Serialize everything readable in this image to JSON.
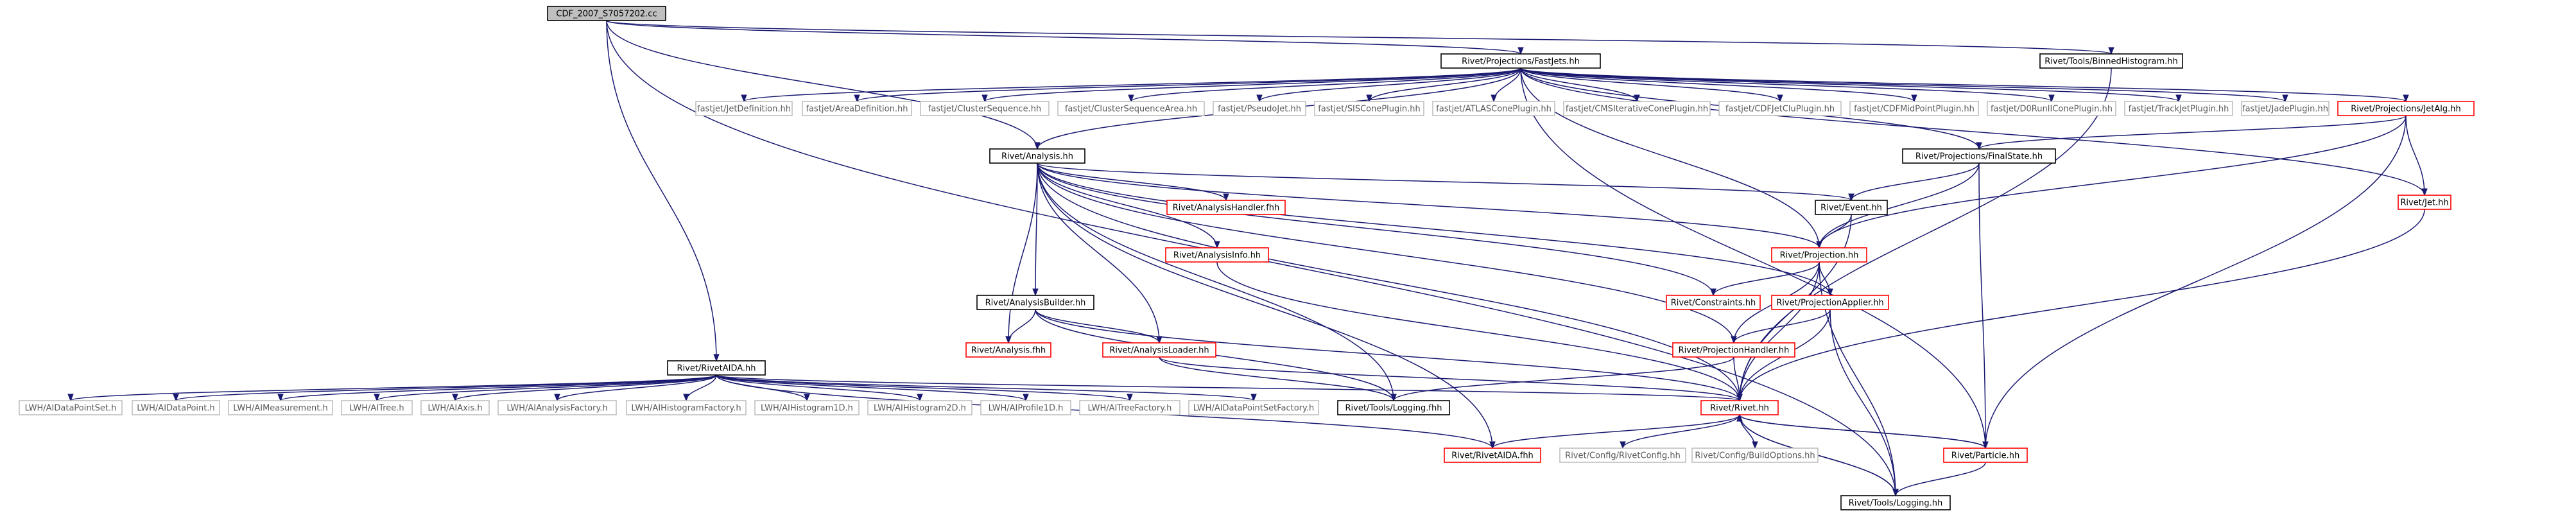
{
  "nodes": [
    {
      "id": "root",
      "label": "CDF_2007_S7057202.cc",
      "style": "root"
    },
    {
      "id": "fastjets",
      "label": "Rivet/Projections/FastJets.hh",
      "style": "black"
    },
    {
      "id": "binned",
      "label": "Rivet/Tools/BinnedHistogram.hh",
      "style": "black"
    },
    {
      "id": "fj_jetdef",
      "label": "fastjet/JetDefinition.hh",
      "style": "gray"
    },
    {
      "id": "fj_areadef",
      "label": "fastjet/AreaDefinition.hh",
      "style": "gray"
    },
    {
      "id": "fj_clseq",
      "label": "fastjet/ClusterSequence.hh",
      "style": "gray"
    },
    {
      "id": "fj_clseqarea",
      "label": "fastjet/ClusterSequenceArea.hh",
      "style": "gray"
    },
    {
      "id": "fj_pseudo",
      "label": "fastjet/PseudoJet.hh",
      "style": "gray"
    },
    {
      "id": "fj_siscone",
      "label": "fastjet/SISConePlugin.hh",
      "style": "gray"
    },
    {
      "id": "fj_atlas",
      "label": "fastjet/ATLASConePlugin.hh",
      "style": "gray"
    },
    {
      "id": "fj_cms",
      "label": "fastjet/CMSIterativeConePlugin.hh",
      "style": "gray"
    },
    {
      "id": "fj_cdfjetclu",
      "label": "fastjet/CDFJetCluPlugin.hh",
      "style": "gray"
    },
    {
      "id": "fj_cdfmid",
      "label": "fastjet/CDFMidPointPlugin.hh",
      "style": "gray"
    },
    {
      "id": "fj_d0",
      "label": "fastjet/D0RunIIConePlugin.hh",
      "style": "gray"
    },
    {
      "id": "fj_track",
      "label": "fastjet/TrackJetPlugin.hh",
      "style": "gray"
    },
    {
      "id": "fj_jade",
      "label": "fastjet/JadePlugin.hh",
      "style": "gray"
    },
    {
      "id": "jetalg",
      "label": "Rivet/Projections/JetAlg.hh",
      "style": "red"
    },
    {
      "id": "analysis",
      "label": "Rivet/Analysis.hh",
      "style": "black"
    },
    {
      "id": "finalstate",
      "label": "Rivet/Projections/FinalState.hh",
      "style": "black"
    },
    {
      "id": "jet",
      "label": "Rivet/Jet.hh",
      "style": "red"
    },
    {
      "id": "ahandler",
      "label": "Rivet/AnalysisHandler.fhh",
      "style": "red"
    },
    {
      "id": "event",
      "label": "Rivet/Event.hh",
      "style": "black"
    },
    {
      "id": "ainfo",
      "label": "Rivet/AnalysisInfo.hh",
      "style": "red"
    },
    {
      "id": "projection",
      "label": "Rivet/Projection.hh",
      "style": "red"
    },
    {
      "id": "abuilder",
      "label": "Rivet/AnalysisBuilder.hh",
      "style": "black"
    },
    {
      "id": "constraints",
      "label": "Rivet/Constraints.hh",
      "style": "red"
    },
    {
      "id": "papplier",
      "label": "Rivet/ProjectionApplier.hh",
      "style": "red"
    },
    {
      "id": "afhh",
      "label": "Rivet/Analysis.fhh",
      "style": "red"
    },
    {
      "id": "aloader",
      "label": "Rivet/AnalysisLoader.hh",
      "style": "red"
    },
    {
      "id": "phandler",
      "label": "Rivet/ProjectionHandler.hh",
      "style": "red"
    },
    {
      "id": "rivetaida",
      "label": "Rivet/RivetAIDA.hh",
      "style": "black"
    },
    {
      "id": "lw_dps",
      "label": "LWH/AIDataPointSet.h",
      "style": "gray"
    },
    {
      "id": "lw_dp",
      "label": "LWH/AIDataPoint.h",
      "style": "gray"
    },
    {
      "id": "lw_meas",
      "label": "LWH/AIMeasurement.h",
      "style": "gray"
    },
    {
      "id": "lw_tree",
      "label": "LWH/AITree.h",
      "style": "gray"
    },
    {
      "id": "lw_axis",
      "label": "LWH/AIAxis.h",
      "style": "gray"
    },
    {
      "id": "lw_af",
      "label": "LWH/AIAnalysisFactory.h",
      "style": "gray"
    },
    {
      "id": "lw_hf",
      "label": "LWH/AIHistogramFactory.h",
      "style": "gray"
    },
    {
      "id": "lw_h1",
      "label": "LWH/AIHistogram1D.h",
      "style": "gray"
    },
    {
      "id": "lw_h2",
      "label": "LWH/AIHistogram2D.h",
      "style": "gray"
    },
    {
      "id": "lw_p1",
      "label": "LWH/AIProfile1D.h",
      "style": "gray"
    },
    {
      "id": "lw_tf",
      "label": "LWH/AITreeFactory.h",
      "style": "gray"
    },
    {
      "id": "lw_dpsf",
      "label": "LWH/AIDataPointSetFactory.h",
      "style": "gray"
    },
    {
      "id": "toolslogfhh",
      "label": "Rivet/Tools/Logging.fhh",
      "style": "black"
    },
    {
      "id": "rivethh",
      "label": "Rivet/Rivet.hh",
      "style": "red"
    },
    {
      "id": "rivetaidafhh",
      "label": "Rivet/RivetAIDA.fhh",
      "style": "red"
    },
    {
      "id": "rivetconfig",
      "label": "Rivet/Config/RivetConfig.hh",
      "style": "gray"
    },
    {
      "id": "buildopts",
      "label": "Rivet/Config/BuildOptions.hh",
      "style": "gray"
    },
    {
      "id": "particle",
      "label": "Rivet/Particle.hh",
      "style": "red"
    },
    {
      "id": "toolslog",
      "label": "Rivet/Tools/Logging.hh",
      "style": "black"
    }
  ],
  "edges": [
    [
      "root",
      "fastjets"
    ],
    [
      "root",
      "binned"
    ],
    [
      "root",
      "analysis"
    ],
    [
      "root",
      "rivetaida"
    ],
    [
      "root",
      "toolslog"
    ],
    [
      "fastjets",
      "fj_jetdef"
    ],
    [
      "fastjets",
      "fj_areadef"
    ],
    [
      "fastjets",
      "fj_clseq"
    ],
    [
      "fastjets",
      "fj_clseqarea"
    ],
    [
      "fastjets",
      "fj_pseudo"
    ],
    [
      "fastjets",
      "fj_siscone"
    ],
    [
      "fastjets",
      "fj_atlas"
    ],
    [
      "fastjets",
      "fj_cms"
    ],
    [
      "fastjets",
      "fj_cdfjetclu"
    ],
    [
      "fastjets",
      "fj_cdfmid"
    ],
    [
      "fastjets",
      "fj_d0"
    ],
    [
      "fastjets",
      "fj_track"
    ],
    [
      "fastjets",
      "fj_jade"
    ],
    [
      "fastjets",
      "jetalg"
    ],
    [
      "fastjets",
      "analysis"
    ],
    [
      "fastjets",
      "finalstate"
    ],
    [
      "fastjets",
      "jet"
    ],
    [
      "fastjets",
      "projection"
    ],
    [
      "fastjets",
      "particle"
    ],
    [
      "binned",
      "rivethh"
    ],
    [
      "jetalg",
      "finalstate"
    ],
    [
      "jetalg",
      "jet"
    ],
    [
      "jetalg",
      "projection"
    ],
    [
      "jetalg",
      "particle"
    ],
    [
      "analysis",
      "ahandler"
    ],
    [
      "analysis",
      "event"
    ],
    [
      "analysis",
      "ainfo"
    ],
    [
      "analysis",
      "projection"
    ],
    [
      "analysis",
      "abuilder"
    ],
    [
      "analysis",
      "constraints"
    ],
    [
      "analysis",
      "papplier"
    ],
    [
      "analysis",
      "afhh"
    ],
    [
      "analysis",
      "aloader"
    ],
    [
      "analysis",
      "phandler"
    ],
    [
      "analysis",
      "toolslogfhh"
    ],
    [
      "analysis",
      "rivethh"
    ],
    [
      "analysis",
      "rivetaidafhh"
    ],
    [
      "finalstate",
      "event"
    ],
    [
      "finalstate",
      "projection"
    ],
    [
      "finalstate",
      "particle"
    ],
    [
      "jet",
      "rivethh"
    ],
    [
      "event",
      "projection"
    ],
    [
      "event",
      "rivethh"
    ],
    [
      "ainfo",
      "rivethh"
    ],
    [
      "projection",
      "constraints"
    ],
    [
      "projection",
      "papplier"
    ],
    [
      "projection",
      "phandler"
    ],
    [
      "projection",
      "rivethh"
    ],
    [
      "projection",
      "toolslog"
    ],
    [
      "abuilder",
      "afhh"
    ],
    [
      "abuilder",
      "aloader"
    ],
    [
      "abuilder",
      "toolslogfhh"
    ],
    [
      "abuilder",
      "rivethh"
    ],
    [
      "papplier",
      "phandler"
    ],
    [
      "papplier",
      "rivethh"
    ],
    [
      "papplier",
      "toolslog"
    ],
    [
      "aloader",
      "toolslogfhh"
    ],
    [
      "aloader",
      "rivethh"
    ],
    [
      "phandler",
      "toolslogfhh"
    ],
    [
      "phandler",
      "rivethh"
    ],
    [
      "rivetaida",
      "lw_dps"
    ],
    [
      "rivetaida",
      "lw_dp"
    ],
    [
      "rivetaida",
      "lw_meas"
    ],
    [
      "rivetaida",
      "lw_tree"
    ],
    [
      "rivetaida",
      "lw_axis"
    ],
    [
      "rivetaida",
      "lw_af"
    ],
    [
      "rivetaida",
      "lw_hf"
    ],
    [
      "rivetaida",
      "lw_h1"
    ],
    [
      "rivetaida",
      "lw_h2"
    ],
    [
      "rivetaida",
      "lw_p1"
    ],
    [
      "rivetaida",
      "lw_tf"
    ],
    [
      "rivetaida",
      "lw_dpsf"
    ],
    [
      "rivetaida",
      "rivethh"
    ],
    [
      "rivetaida",
      "rivetaidafhh"
    ],
    [
      "rivethh",
      "rivetaidafhh"
    ],
    [
      "rivethh",
      "rivetconfig"
    ],
    [
      "rivethh",
      "buildopts"
    ],
    [
      "rivethh",
      "particle"
    ],
    [
      "rivethh",
      "toolslog"
    ],
    [
      "particle",
      "rivethh"
    ],
    [
      "particle",
      "toolslog"
    ],
    [
      "toolslog",
      "rivethh"
    ]
  ],
  "colors": {
    "edge": "#191970",
    "root_fill": "#bfbfbf",
    "black_border": "#000000",
    "red_border": "#ff0000",
    "gray_border": "#bfbfbf",
    "gray_text": "#595959"
  }
}
